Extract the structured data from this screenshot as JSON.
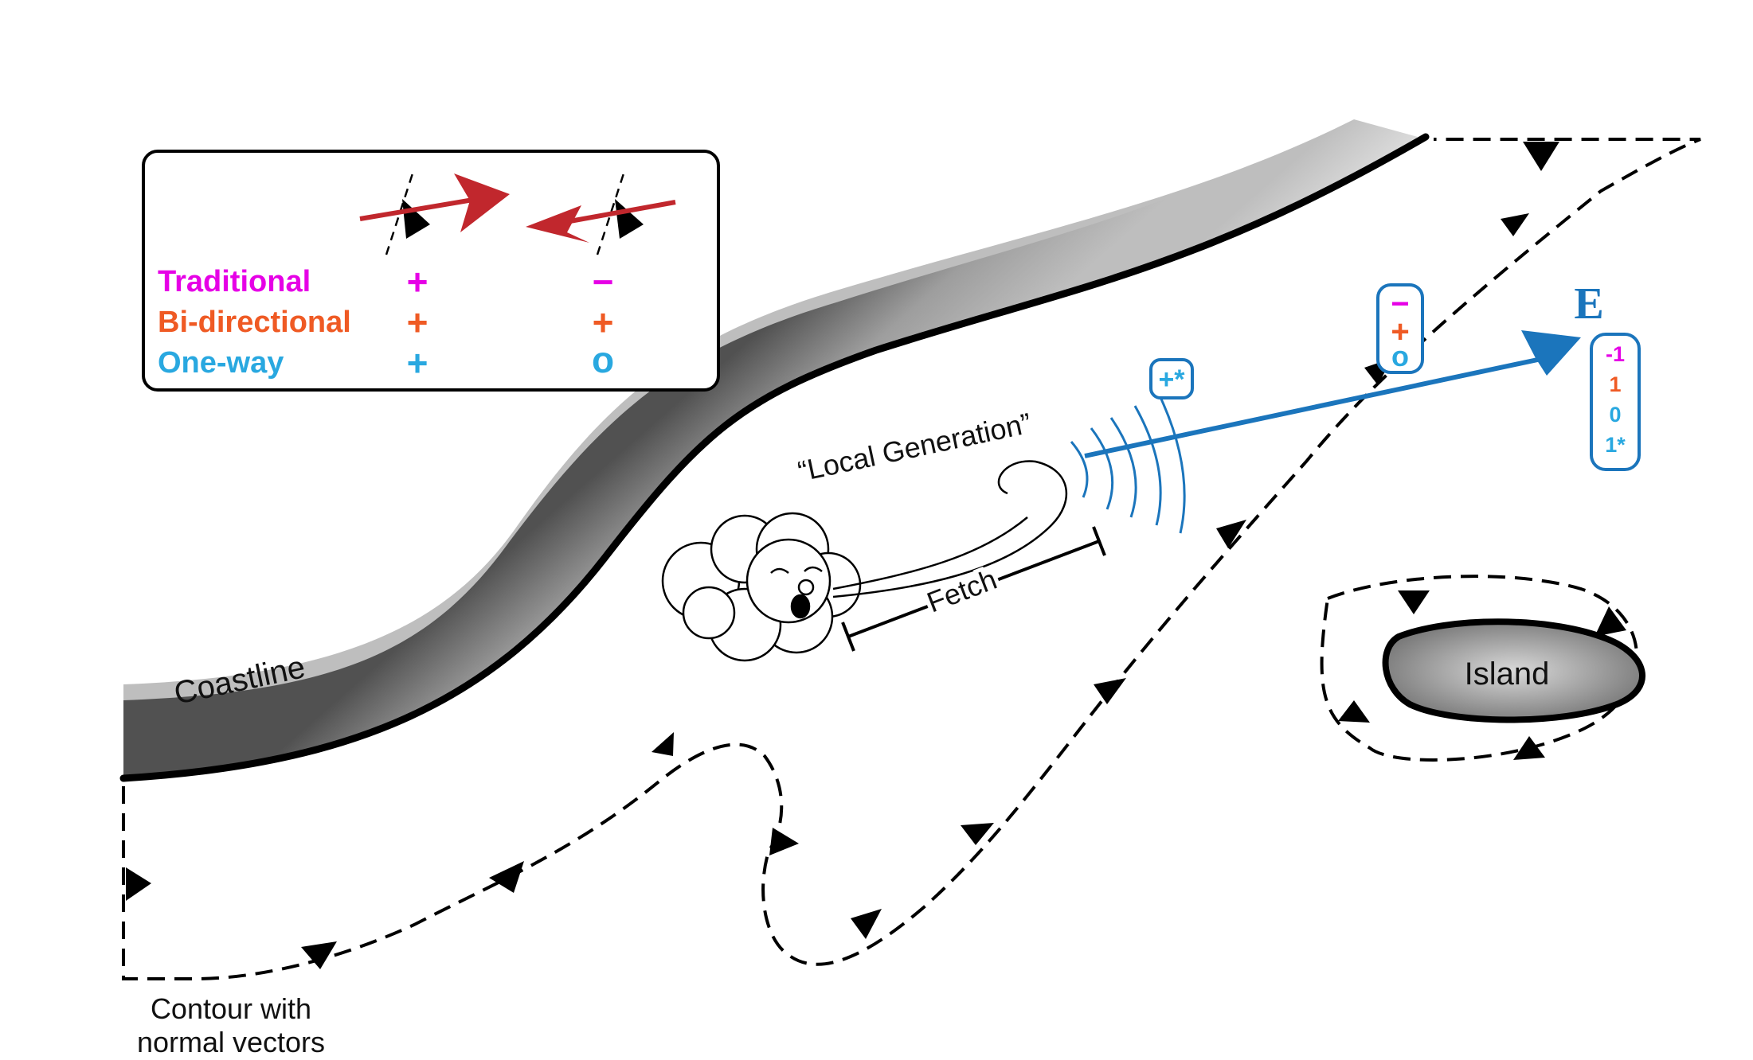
{
  "colors": {
    "traditional": "#e600e6",
    "bidirectional": "#ef5a24",
    "oneway": "#29a8e0",
    "flux": "#1b75bc",
    "legend_arrow": "#c1272d",
    "ink": "#000000"
  },
  "legend": {
    "rows": [
      {
        "label": "Traditional",
        "into": "+",
        "out_of": "−"
      },
      {
        "label": "Bi-directional",
        "into": "+",
        "out_of": "+"
      },
      {
        "label": "One-way",
        "into": "+",
        "out_of": "o"
      }
    ]
  },
  "labels": {
    "coastline": "Coastline",
    "contour_line1": "Contour with",
    "contour_line2": "normal vectors",
    "local_generation": "“Local Generation”",
    "fetch": "Fetch",
    "island": "Island",
    "flux_symbol": "E"
  },
  "generation_badge": "+*",
  "crossing_badge": [
    "−",
    "+",
    "o"
  ],
  "flux_values": [
    "-1",
    "1",
    "0",
    "1*"
  ]
}
